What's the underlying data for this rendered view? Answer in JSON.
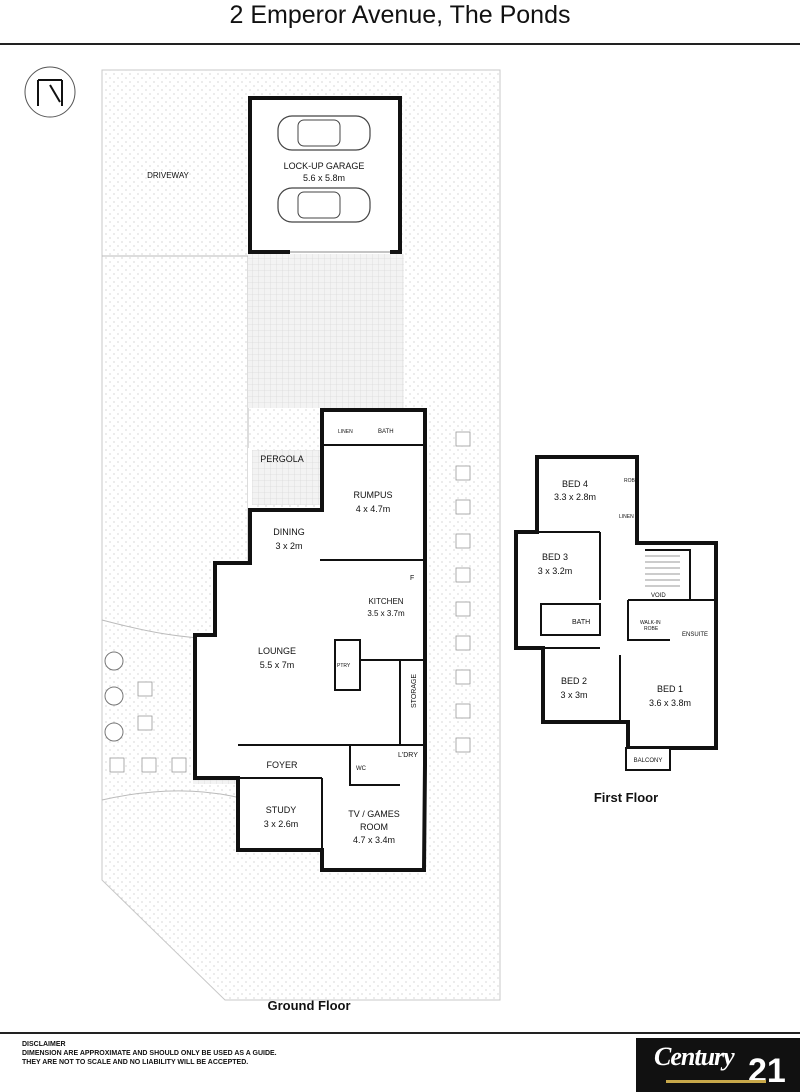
{
  "title": "2 Emperor Avenue, The Ponds",
  "ground_floor": {
    "label": "Ground Floor",
    "rooms": {
      "garage": {
        "name": "LOCK-UP GARAGE",
        "size": "5.6 x 5.8m"
      },
      "driveway": {
        "name": "DRIVEWAY"
      },
      "pergola": {
        "name": "PERGOLA"
      },
      "rumpus": {
        "name": "RUMPUS",
        "size": "4 x 4.7m"
      },
      "dining": {
        "name": "DINING",
        "size": "3 x 2m"
      },
      "kitchen": {
        "name": "KITCHEN",
        "size": "3.5 x 3.7m"
      },
      "lounge": {
        "name": "LOUNGE",
        "size": "5.5 x 7m"
      },
      "foyer": {
        "name": "FOYER"
      },
      "study": {
        "name": "STUDY",
        "size": "3 x 2.6m"
      },
      "tv": {
        "name": "TV / GAMES",
        "name2": "ROOM",
        "size": "4.7 x 3.4m"
      },
      "storage": {
        "name": "STORAGE"
      },
      "laundry": {
        "name": "L'DRY"
      },
      "wc": {
        "name": "WC"
      },
      "linen": {
        "name": "LINEN"
      },
      "bath": {
        "name": "BATH"
      },
      "pantry": {
        "name": "PTRY"
      },
      "fridge": {
        "name": "F"
      }
    }
  },
  "first_floor": {
    "label": "First Floor",
    "rooms": {
      "bed4": {
        "name": "BED 4",
        "size": "3.3 x 2.8m"
      },
      "bed3": {
        "name": "BED 3",
        "size": "3 x 3.2m"
      },
      "bed2": {
        "name": "BED 2",
        "size": "3 x 3m"
      },
      "bed1": {
        "name": "BED 1",
        "size": "3.6 x 3.8m"
      },
      "bath": {
        "name": "BATH"
      },
      "ensuite": {
        "name": "ENSUITE"
      },
      "walkin1": {
        "name": "WALK-IN"
      },
      "walkin2": {
        "name": "ROBE"
      },
      "void": {
        "name": "VOID"
      },
      "balcony": {
        "name": "BALCONY"
      },
      "robe": {
        "name": "ROBE"
      },
      "linen": {
        "name": "LINEN"
      }
    }
  },
  "disclaimer": {
    "heading": "DISCLAIMER",
    "line1": "DIMENSION ARE APPROXIMATE AND SHOULD ONLY BE USED AS A  GUIDE.",
    "line2": "THEY ARE NOT TO SCALE AND NO LIABILITY WILL BE ACCEPTED."
  },
  "logo": {
    "word": "Century",
    "number": "21"
  },
  "colors": {
    "wall": "#111111",
    "paving": "#d9d9d9",
    "logo_bg": "#111111",
    "logo_accent": "#c8a84a"
  },
  "icons": {
    "north": "north-arrow-icon",
    "car": "car-icon"
  }
}
